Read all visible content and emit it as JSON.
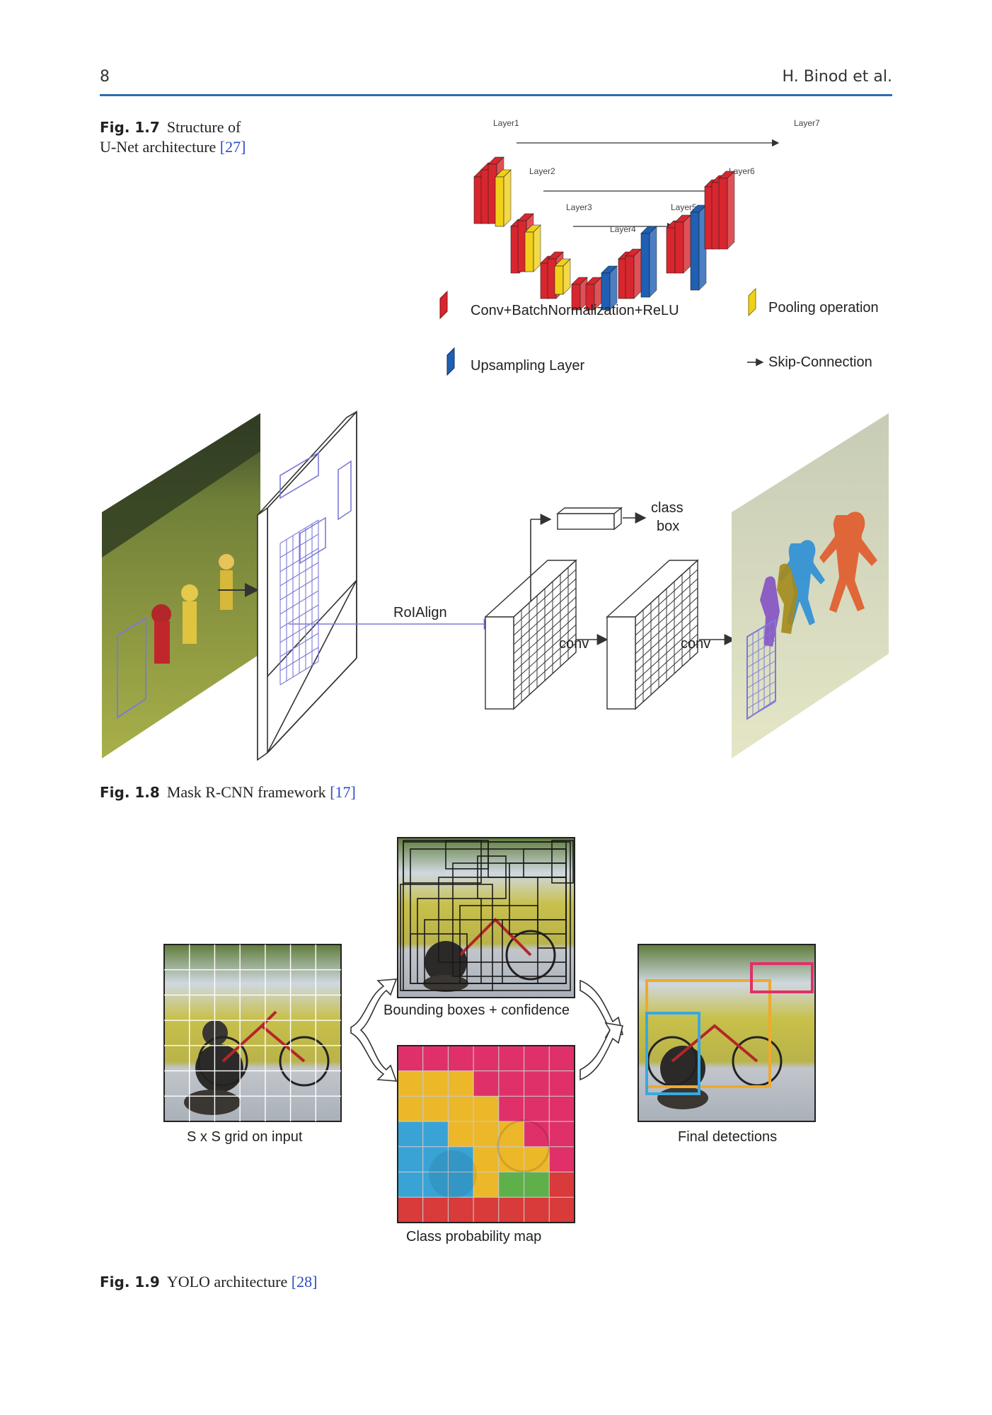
{
  "header": {
    "page_number": "8",
    "running_head": "H. Binod et al."
  },
  "fig17": {
    "label": "Fig. 1.7",
    "caption_line1": "Structure of",
    "caption_line2_text": "U-Net architecture ",
    "cite": "[27]",
    "layers": [
      "Layer1",
      "Layer2",
      "Layer3",
      "Layer4",
      "Layer5",
      "Layer6",
      "Layer7"
    ],
    "legend": {
      "conv": "Conv+BatchNormalization+ReLU",
      "pool": "Pooling operation",
      "upsample": "Upsampling Layer",
      "skip": "Skip-Connection"
    },
    "colors": {
      "conv": "#d9262e",
      "pool": "#f1d019",
      "upsample": "#1f5fb4"
    }
  },
  "fig18": {
    "label": "Fig. 1.8",
    "caption_text": "Mask R-CNN framework ",
    "cite": "[17]",
    "roialign": "RoIAlign",
    "class_label": "class",
    "box_label": "box",
    "conv1": "conv",
    "conv2": "conv"
  },
  "fig19": {
    "label": "Fig. 1.9",
    "caption_text": "YOLO architecture ",
    "cite": "[28]",
    "grid_label": "S x S grid on input",
    "bbox_label": "Bounding boxes + confidence",
    "classmap_label": "Class probability map",
    "final_label": "Final detections"
  }
}
